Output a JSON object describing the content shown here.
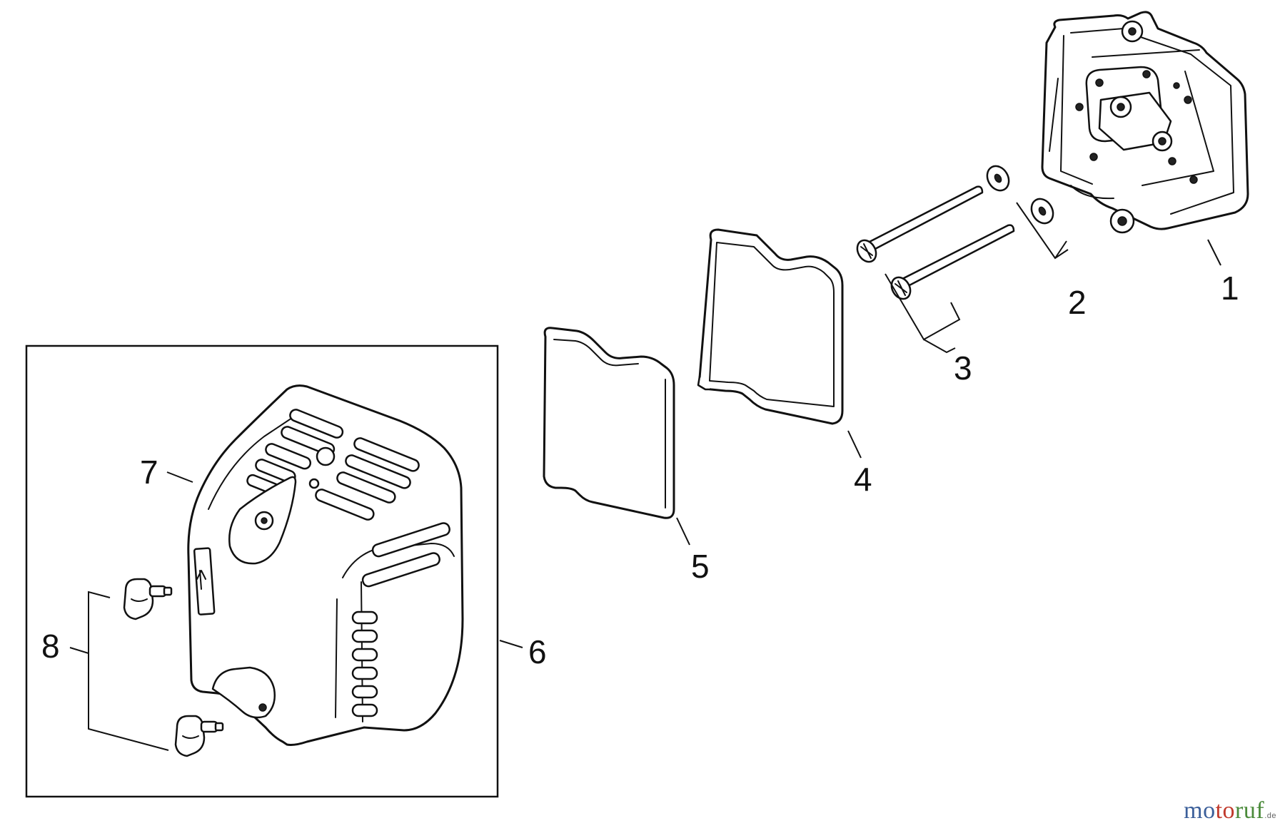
{
  "callouts": {
    "p1": "1",
    "p2": "2",
    "p3": "3",
    "p4": "4",
    "p5": "5",
    "p6": "6",
    "p7": "7",
    "p8": "8"
  },
  "watermark": {
    "brand": "motoruf",
    "suffix": ".de"
  }
}
